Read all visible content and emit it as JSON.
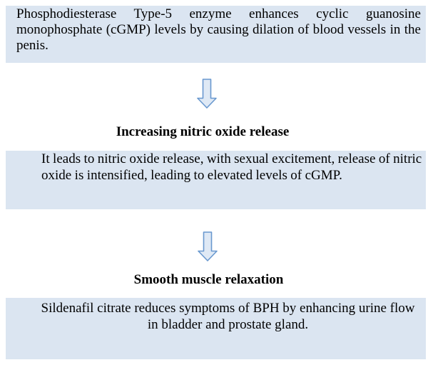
{
  "colors": {
    "box_background": "#dbe5f1",
    "arrow_fill": "#dfe9f5",
    "arrow_border": "#6998cf",
    "text": "#000000",
    "page_background": "#ffffff"
  },
  "flowchart": {
    "step1_box_text": "Phosphodiesterase Type-5 enzyme enhances cyclic guanosine monophosphate (cGMP) levels by causing dilation of blood vessels in the penis.",
    "arrow1_icon": "down-arrow",
    "step2_heading": "Increasing nitric oxide release",
    "step2_box_text": "It leads to nitric oxide release, with sexual excitement, release of nitric oxide is intensified, leading to elevated levels of cGMP.",
    "arrow2_icon": "down-arrow",
    "step3_heading": "Smooth muscle relaxation",
    "step3_box_text": "Sildenafil citrate reduces symptoms of BPH by enhancing urine flow in bladder and prostate gland."
  }
}
